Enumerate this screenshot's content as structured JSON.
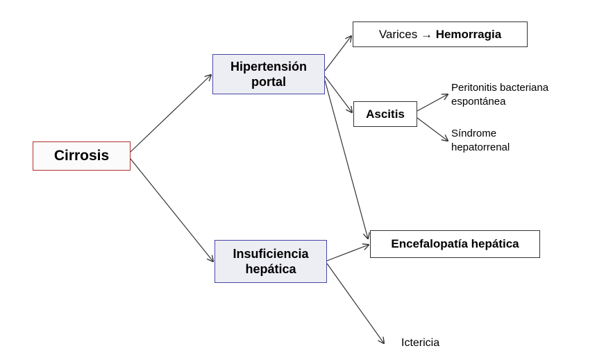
{
  "nodes": {
    "cirrosis": {
      "label": "Cirrosis"
    },
    "hipertension_portal": {
      "line1": "Hipertensión",
      "line2": "portal"
    },
    "insuficiencia_hepatica": {
      "line1": "Insuficiencia",
      "line2": "hepática"
    },
    "varices": {
      "prefix": "Varices →",
      "emphasis": "Hemorragia"
    },
    "ascitis": {
      "label": "Ascitis"
    },
    "encefalopatia": {
      "label": "Encefalopatía hepática"
    }
  },
  "outcomes": {
    "peritonitis": {
      "line1": "Peritonitis bacteriana",
      "line2": "espontánea"
    },
    "sindrome": {
      "line1": "Síndrome",
      "line2": "hepatorrenal"
    },
    "ictericia": {
      "label": "Ictericia"
    }
  },
  "colors": {
    "cirrosis_border": "#b0302e",
    "primary_border": "#4646a8",
    "primary_fill": "#ededf4",
    "arrow": "#333333"
  }
}
